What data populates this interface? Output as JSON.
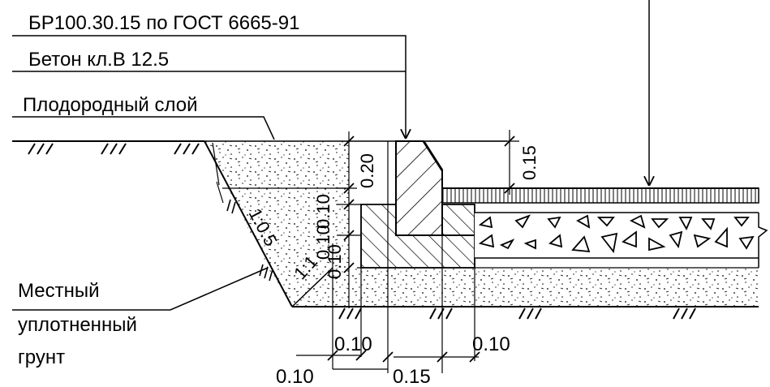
{
  "callouts": {
    "curb": "БР100.30.15 по ГОСТ 6665-91",
    "concrete": "Бетон кл.В 12.5",
    "topsoil": "Плодородный слой",
    "soil_line1": "Местный",
    "soil_line2": "уплотненный",
    "soil_line3": "грунт"
  },
  "slopes": {
    "left": "1:0.5",
    "right": "1:1"
  },
  "dimensions": {
    "curb_above_pavement": "0.15",
    "curb_top_layer": "0.20",
    "upper_layer": "0.10",
    "middle_layer": "0.10",
    "lower_layer": "0.10",
    "bottom_left": "0.10",
    "bottom_inner": "0.10",
    "bottom_curb": "0.15",
    "bottom_right": "0.10"
  },
  "colors": {
    "line": "#000000",
    "background": "#ffffff"
  }
}
